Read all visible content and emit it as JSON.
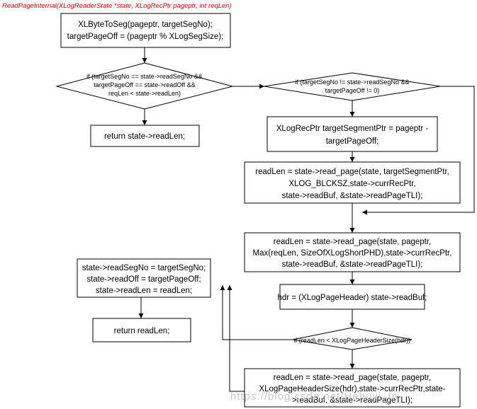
{
  "title": "ReadPageInternal(XLogReaderState *state, XLogRecPtr pageptr, int reqLen)",
  "nodes": {
    "seg_calc": [
      "XLByteToSeg(pageptr, targetSegNo);",
      "targetPageOff = (pageptr % XLogSegSize);"
    ],
    "cond_cached": [
      "if (targetSegNo == state->readSegNo &&",
      "targetPageOff == state->readOff &&",
      "reqLen < state->readLen)"
    ],
    "return_readlen_state": [
      "return state->readLen;"
    ],
    "cond_other_seg": [
      "if (targetSegNo != state->readSegNo &&",
      "targetPageOff != 0)"
    ],
    "target_seg_ptr": [
      "XLogRecPtr targetSegmentPtr = pageptr -",
      "targetPageOff;"
    ],
    "read_seg_start": [
      "readLen = state->read_page(state, targetSegmentPtr,",
      "XLOG_BLCKSZ,state->currRecPtr,",
      "state->readBuf, &state->readPageTLI);"
    ],
    "read_requested": [
      "readLen = state->read_page(state, pageptr,",
      "Max(reqLen, SizeOfXLogShortPHD),state->currRecPtr,",
      "state->readBuf, &state->readPageTLI);"
    ],
    "hdr_assign": [
      "hdr = (XLogPageHeader) state->readBuf;"
    ],
    "cond_header_size": [
      "if (readLen < XLogPageHeaderSize(hdr))"
    ],
    "read_full_header": [
      "readLen = state->read_page(state, pageptr,",
      "XLogPageHeaderSize(hdr),state->currRecPtr,state-",
      ">readBuf, &state->readPageTLI);"
    ],
    "update_state": [
      "state->readSegNo = targetSegNo;",
      "state->readOff = targetPageOff;",
      "state->readLen = readLen;"
    ],
    "return_readlen": [
      "return readLen;"
    ]
  },
  "watermark": "https://blog.csdn.net/Hehuyi_In"
}
